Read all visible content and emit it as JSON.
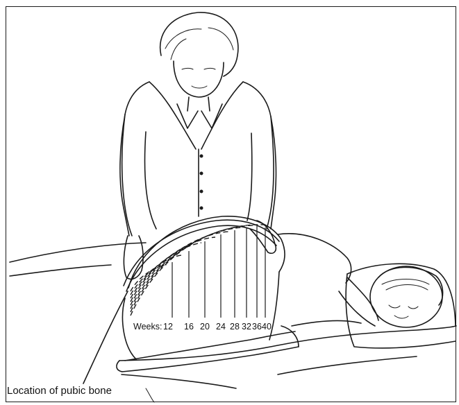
{
  "labels": {
    "weeks_prefix": "Weeks:",
    "pubic_bone": "Location of pubic bone"
  },
  "weeks": [
    "12",
    "16",
    "20",
    "24",
    "28",
    "32",
    "36",
    "40"
  ],
  "colors": {
    "ink": "#1a1a1a",
    "background": "#ffffff"
  }
}
